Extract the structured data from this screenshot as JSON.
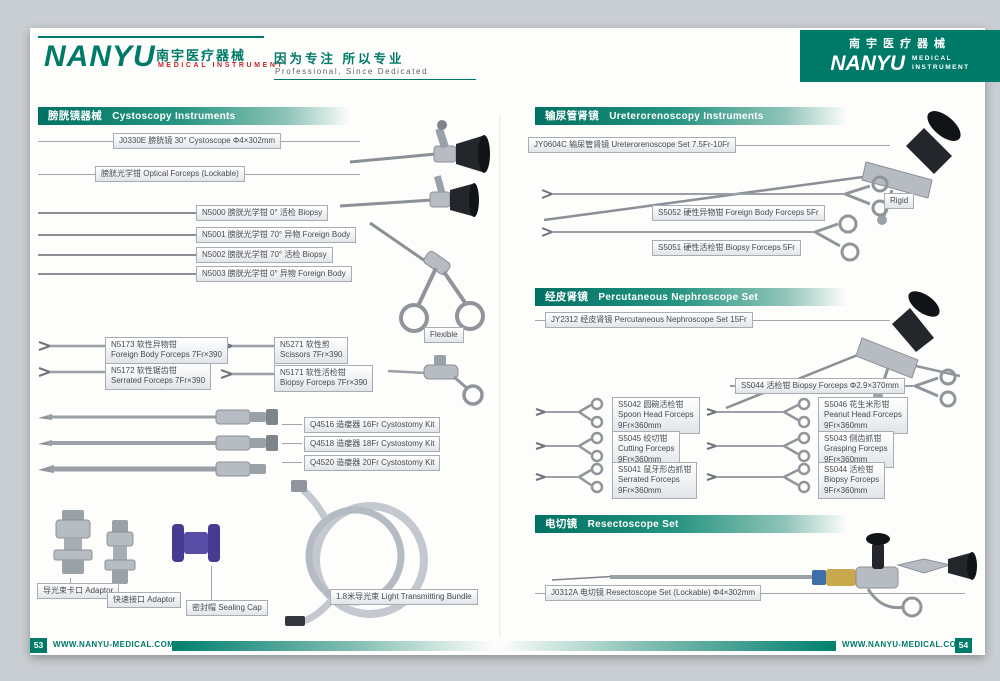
{
  "colors": {
    "accent": "#007a68",
    "page_bg": "#c9ced2"
  },
  "header": {
    "logo": "NANYU",
    "logo_cn": "南宇医疗器械",
    "logo_sub": "MEDICAL  INSTRUMENT",
    "slogan_cn": "因为专注 所以专业",
    "slogan_en": "Professional, Since Dedicated",
    "block_cn": "南宇医疗器械",
    "block_logo": "NANYU",
    "block_sub1": "MEDICAL",
    "block_sub2": "INSTRUMENT"
  },
  "left": {
    "section": {
      "cn": "膀胱镜器械",
      "en": "Cystoscopy Instruments"
    },
    "cystoscope": "J0330E 膀胱镜 30°  Cystoscope  Φ4×302mm",
    "optical": "膀胱光学钳 Optical Forceps (Lockable)",
    "n_forceps": [
      "N5000 膀胱光学钳  0°  活检 Biopsy",
      "N5001 膀胱光学钳 70° 异物 Foreign Body",
      "N5002 膀胱光学钳 70° 活检 Biopsy",
      "N5003 膀胱光学钳  0° 异物 Foreign Body"
    ],
    "flexible_tag": "Flexible",
    "flex": [
      {
        "line1": "N5173 软性异物钳",
        "line2": "Foreign Body Forceps 7Fr×390"
      },
      {
        "line1": "N5271 软性剪",
        "line2": "Scissors 7Fr×390"
      },
      {
        "line1": "N5172 软性锯齿钳",
        "line2": "Serrated Forceps 7Fr×390"
      },
      {
        "line1": "N5171 软性活检钳",
        "line2": "Biopsy Forceps 7Fr×390"
      }
    ],
    "kits": [
      "Q4516 造瘘器 16Fr Cystostomy Kit",
      "Q4518 造瘘器 18Fr Cystostomy Kit",
      "Q4520 造瘘器 20Fr Cystostomy Kit"
    ],
    "accessories": [
      "导光束卡口 Adaptor",
      "快速接口 Adaptor",
      "密封帽 Sealing Cap",
      "1.8米导光束  Light Transmitting Bundle"
    ]
  },
  "right": {
    "section1": {
      "cn": "输尿管肾镜",
      "en": "Ureterorenoscopy Instruments"
    },
    "ureteroscope": "JY0604C 输尿管肾镜 Ureterorenoscope Set 7.5Fr-10Fr",
    "rigid_tag": "Rigid",
    "rigid_forceps": [
      "S5052 硬性异物钳 Foreign Body Forceps 5Fr",
      "S5051 硬性活检钳 Biopsy Forceps 5Fr"
    ],
    "section2": {
      "cn": "经皮肾镜",
      "en": "Percutaneous Nephroscope Set"
    },
    "nephroscope": "JY2312 经皮肾镜 Percutaneous Nephroscope Set 15Fr",
    "biopsy_370": "S5044 活检钳 Biopsy Forceps Φ2.9×370mm",
    "grid": [
      {
        "line1": "S5042 圆碗活检钳",
        "line2": "Spoon Head Forceps",
        "line3": "9Fr×360mm"
      },
      {
        "line1": "S5046 花生米形钳",
        "line2": "Peanut Head Forceps",
        "line3": "9Fr×360mm"
      },
      {
        "line1": "S5045 绞切钳",
        "line2": "Cutting Forceps",
        "line3": "9Fr×360mm"
      },
      {
        "line1": "S5043 侧齿抓钳",
        "line2": "Grasping Forceps",
        "line3": "9Fr×360mm"
      },
      {
        "line1": "S5041 鼠牙形齿抓钳",
        "line2": "Serrated Forceps",
        "line3": "9Fr×360mm"
      },
      {
        "line1": "S5044 活检钳",
        "line2": "Biopsy Forceps",
        "line3": "9Fr×360mm"
      }
    ],
    "section3": {
      "cn": "电切镜",
      "en": "Resectoscope Set"
    },
    "resectoscope": "J0312A 电切镜 Resectoscope Set (Lockable)  Φ4×302mm"
  },
  "footer": {
    "left_page": "53",
    "right_page": "54",
    "url": "WWW.NANYU-MEDICAL.COM"
  }
}
